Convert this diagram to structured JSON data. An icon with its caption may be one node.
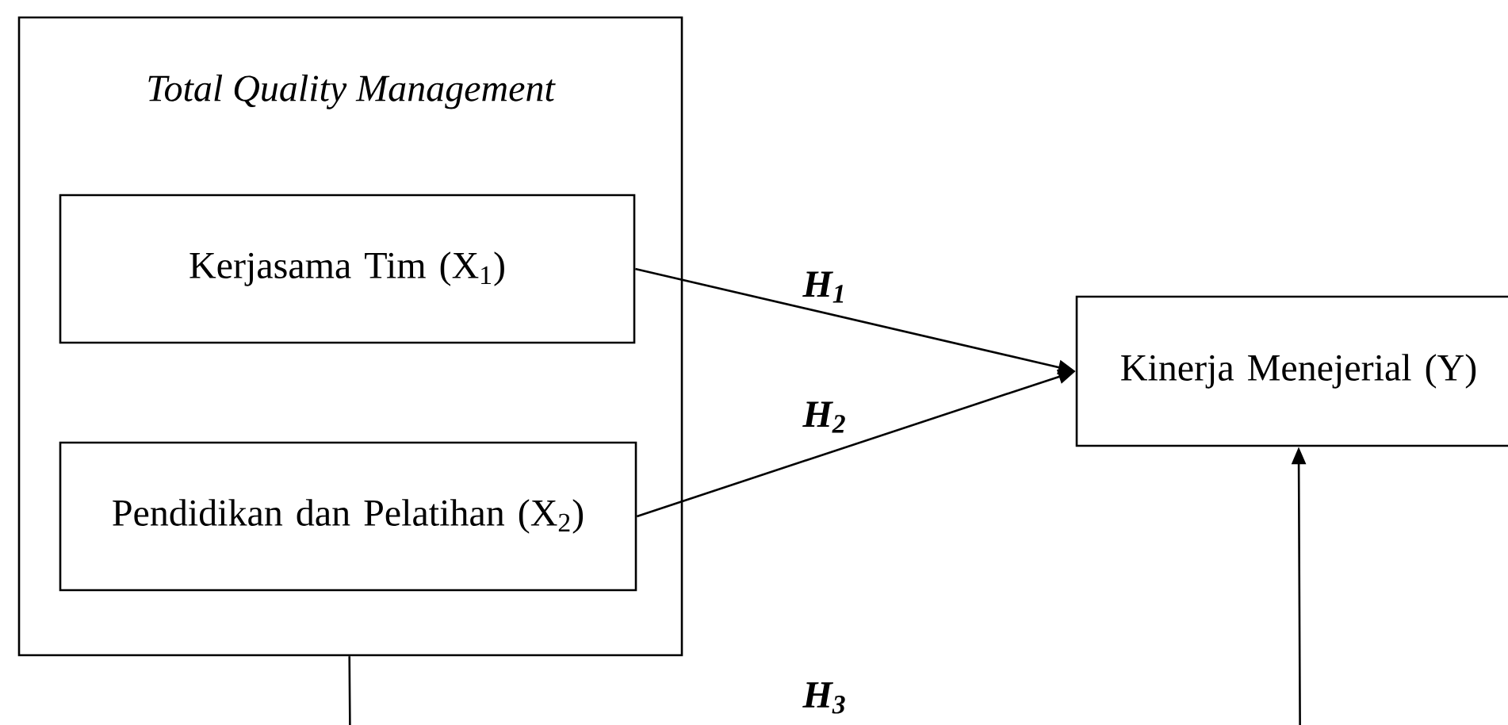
{
  "diagram": {
    "nodes": [
      {
        "text": [
          "Total Quality Management"
        ]
      },
      {
        "text": [
          "Kerjasama Tim (X$_{1}$)"
        ],
        "in": 0
      },
      {
        "text": [
          "Pendidikan dan Pelatihan (X$_{2}$)"
        ],
        "in": 0
      },
      {
        "text": [
          "Kinerja Menejerial (Y)"
        ]
      }
    ],
    "edges": [
      {
        "from": 1,
        "to": 3,
        "arrow": "to",
        "label": "H$_{1}$"
      },
      {
        "from": 2,
        "to": 3,
        "arrow": "to",
        "label": "H$_{2}$"
      },
      {
        "from": 0,
        "to": 3,
        "arrow": "to",
        "label": "H$_{3}$"
      }
    ]
  }
}
